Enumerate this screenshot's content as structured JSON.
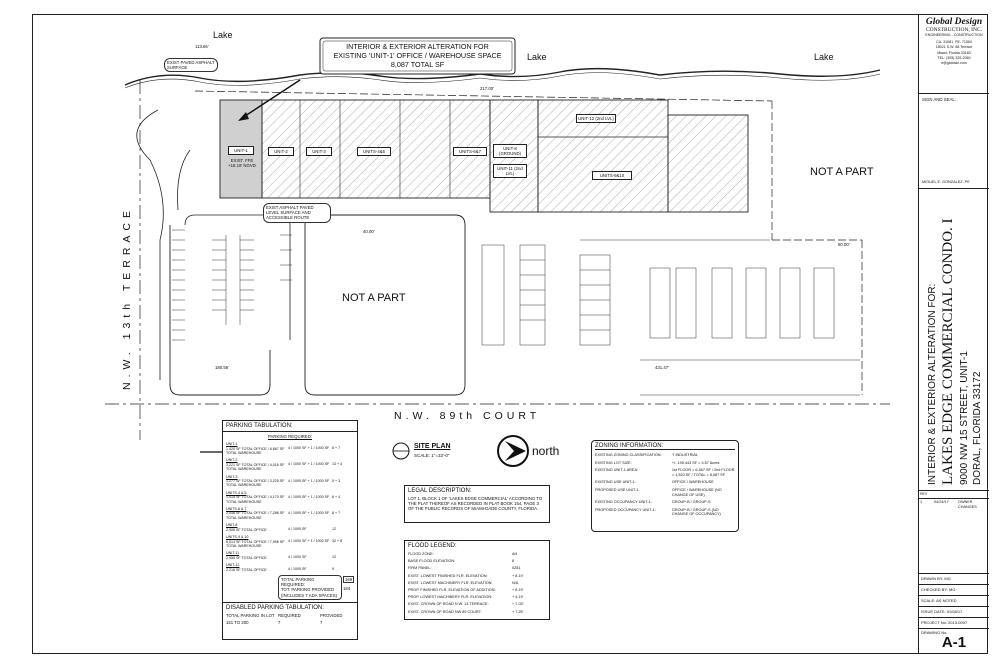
{
  "plan": {
    "header_line1": "INTERIOR & EXTERIOR ALTERATION FOR",
    "header_line2": "EXISTING 'UNIT-1' OFFICE / WAREHOUSE SPACE",
    "header_line3": "8,087 TOTAL SF",
    "lake_left": "Lake",
    "lake_center": "Lake",
    "lake_right": "Lake",
    "not_a_part_center": "NOT A PART",
    "not_a_part_right": "NOT A PART",
    "street_left": "N.W. 13th TERRACE",
    "street_bottom": "N.W. 89th COURT",
    "exist_paved": "EXIST PAVED ASPHALT SURFACE",
    "exist_paved_level": "EXIST ASPHALT PAVED LEVEL SURFACE AND ACCESSIBLE ROUTE",
    "units": {
      "u1": "UNIT-1",
      "u1_note": "EXIST. FFE +18.19' NGVD",
      "u2": "UNIT-2",
      "u3": "UNIT-3",
      "u45": "UNITS-4&5",
      "u67": "UNITS-6&7",
      "u8": "UNIT-8 (GROUND)",
      "u11": "UNIT-11 (2nd LVL)",
      "u12": "UNIT-12 (2nd LVL)",
      "u910": "UNITS-9&10"
    },
    "dims": {
      "d1": "217.00'",
      "d2": "40.00'",
      "d3": "431.47'",
      "d4": "180.56'",
      "d5": "60.00'",
      "d6": "113.66'"
    }
  },
  "site_plan": {
    "title": "SITE PLAN",
    "scale": "SCALE: 1\"=32'-0\"",
    "north": "north"
  },
  "parking": {
    "title": "PARKING TABULATION:",
    "required_header": "PARKING REQUIRED:",
    "rows": [
      {
        "unit": "UNIT-1",
        "area": "1,420 SF TOTAL OFFICE / 6,667 SF TOTAL WAREHOUSE",
        "ratio": "4 / 1000 SF + 1 / 1000 SF",
        "req": "6 + 7"
      },
      {
        "unit": "UNIT-2",
        "area": "3,221 SF TOTAL OFFICE / 4,016 SF TOTAL WAREHOUSE",
        "ratio": "4 / 1000 SF + 1 / 1000 SF",
        "req": "13 + 4"
      },
      {
        "unit": "UNIT-3",
        "area": "1,277 SF TOTAL OFFICE / 3,225 SF TOTAL WAREHOUSE",
        "ratio": "4 / 1000 SF + 1 / 1000 SF",
        "req": "5 + 3"
      },
      {
        "unit": "UNITS-4 & 5",
        "area": "1,415 SF TOTAL OFFICE / 4,170 SF TOTAL WAREHOUSE",
        "ratio": "4 / 1000 SF + 1 / 1000 SF",
        "req": "6 + 4"
      },
      {
        "unit": "UNITS-6 & 7",
        "area": "2,046 SF TOTAL OFFICE / 7,286 SF TOTAL WAREHOUSE",
        "ratio": "4 / 1000 SF + 1 / 1000 SF",
        "req": "8 + 7"
      },
      {
        "unit": "UNIT-8",
        "area": "2,906 SF TOTAL OFFICE",
        "ratio": "4 / 1000 SF",
        "req": "12"
      },
      {
        "unit": "UNITS-9 & 10",
        "area": "8,013 SF TOTAL OFFICE / 7,996 SF TOTAL WAREHOUSE",
        "ratio": "4 / 1000 SF + 1 / 1000 SF",
        "req": "32 + 8"
      },
      {
        "unit": "UNIT-11",
        "area": "2,955 SF TOTAL OFFICE",
        "ratio": "4 / 1000 SF",
        "req": "12"
      },
      {
        "unit": "UNIT-12",
        "area": "2,216 SF TOTAL OFFICE",
        "ratio": "4 / 1000 SF",
        "req": "9"
      }
    ],
    "total_required_label": "TOTAL PARKING REQUIRED:",
    "total_required": "169",
    "total_provided_label": "TOT. PARKING PROVIDED (INCLUDES 7 ADA SPACES)",
    "total_provided": "184"
  },
  "disabled": {
    "title": "DISABLED PARKING TABULATION:",
    "col1": "TOTAL PARKING IN LOT",
    "col2": "REQUIRED",
    "col3": "PROVIDED",
    "row_range": "151 TO 200",
    "row_req": "7",
    "row_prov": "7"
  },
  "legal": {
    "title": "LEGAL DESCRIPTION:",
    "line1": "LOT 1, BLOCK 1 OF 'LAKES EDGE COMMERCIAL' ACCORDING TO",
    "line2": "THE PLAT THEREOF AS RECORDED IN PLAT BOOK 154, PAGE 3",
    "line3": "OF THE PUBLIC RECORDS OF MIAMI-DADE COUNTY, FLORIDA."
  },
  "flood": {
    "title": "FLOOD LEGEND:",
    "rows": [
      {
        "label": "FLOOD ZONE:",
        "value": "AH"
      },
      {
        "label": "BASE FLOOD ELEVATION:",
        "value": "8"
      },
      {
        "label": "FIRM PANEL:",
        "value": "0281"
      },
      {
        "label": "EXIST. LOWEST FINISHED FLR. ELEVATION:",
        "value": "+ 8.19'"
      },
      {
        "label": "EXIST. LOWEST MACHINERY FLR. ELEVATION:",
        "value": "N/A"
      },
      {
        "label": "PROP. FINISHED FLR. ELEVATION OF ADDITION:",
        "value": "+ 8.19'"
      },
      {
        "label": "PROP. LOWEST MACHINERY FLR. ELEVATION:",
        "value": "+ 4.19'"
      },
      {
        "label": "EXIST. CROWN OF ROAD N.W. 13 TERRACE:",
        "value": "+ 7.03'"
      },
      {
        "label": "EXIST. CROWN OF ROAD NW 89 COURT:",
        "value": "+ 7.25'"
      }
    ]
  },
  "zoning": {
    "title": "ZONING INFORMATION:",
    "rows": [
      {
        "label": "EXISTING ZONING CLASSIFICATION:",
        "value": "'I' INDUSTRIAL"
      },
      {
        "label": "EXISTING LOT SIZE:",
        "value": "+/- 195,443 SF = 4.57 Acres"
      },
      {
        "label": "EXISTING UNIT-1 AREA:",
        "value": "1st FLOOR = 6,567 SF / 2nd FLOOR = 1,520 SF / TOTAL = 8,087 SF"
      },
      {
        "label": "EXISTING USE UNIT-1:",
        "value": "OFFICE / WAREHOUSE"
      },
      {
        "label": "PROPOSED USE UNIT-1:",
        "value": "OFFICE / WAREHOUSE (NO CHANGE OF USE)"
      },
      {
        "label": "EXISTING OCCUPANCY UNIT-1:",
        "value": "GROUP-B / GROUP-S"
      },
      {
        "label": "PROPOSED OCCUPANCY UNIT-1:",
        "value": "GROUP-B / GROUP-S (NO CHANGE OF OCCUPANCY)"
      }
    ]
  },
  "titleblock": {
    "firm": "Global Design",
    "firm2": "CONSTRUCTION, INC.",
    "firm3": "ENGINEERING - CONSTRUCTION",
    "addr1": "CA. 31081, PE. 71584",
    "addr2": "18021 S.W. 88 Terrace",
    "addr3": "Miami, Florida 33183",
    "addr4": "TEL: (305) 325-2060",
    "addr5": "e@globalci.com",
    "sign_label": "SIGN AND SEAL:",
    "engineer": "MIGUEL E. GONZALEZ, PE",
    "project_line1": "INTERIOR & EXTERIOR ALTERATION FOR:",
    "project_name": "LAKES EDGE COMMERCIAL CONDO. I",
    "project_addr1": "9000 NW 15 STREET, UNIT-1",
    "project_addr2": "DORAL, FLORIDA 33172",
    "rev_no": "REV",
    "rev_date": "04/24/17",
    "rev_desc": "OWNER CHANGES",
    "drawn": "DRAWN BY:  MG",
    "checked": "CHECKED BY:  MG",
    "scale": "SCALE:  AS NOTED",
    "issue": "ISSUE DATE: 01/08/17",
    "project_no": "PROJECT No. 2013-0007",
    "drawing_label": "DRAWING No.",
    "drawing_no": "A-1"
  }
}
